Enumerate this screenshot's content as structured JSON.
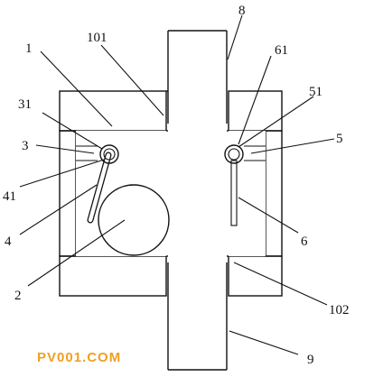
{
  "labels": {
    "l1": "1",
    "l101": "101",
    "l8": "8",
    "l61": "61",
    "l31": "31",
    "l51": "51",
    "l3": "3",
    "l5": "5",
    "l41": "41",
    "l4": "4",
    "l6": "6",
    "l2": "2",
    "l102": "102",
    "l9": "9"
  },
  "watermark": "PV001.COM"
}
